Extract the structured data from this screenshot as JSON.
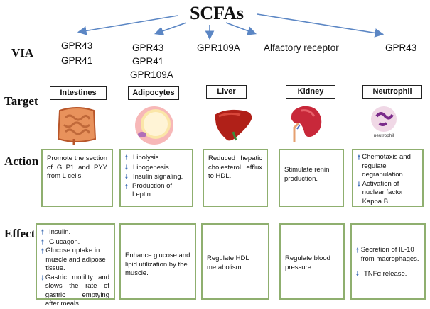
{
  "title": "SCFAs",
  "row_labels": {
    "via": "VIA",
    "target": "Target",
    "action": "Action",
    "effect": "Effect"
  },
  "columns": [
    {
      "via": [
        "GPR43",
        "GPR41"
      ],
      "target": "Intestines",
      "icon": "intestines-icon",
      "action": [
        {
          "text": "Promote the section of GLP1 and PYY from L cells.",
          "arrow": ""
        }
      ],
      "effect": [
        {
          "arrow": "up",
          "text": "Insulin."
        },
        {
          "arrow": "up",
          "text": "Glucagon."
        },
        {
          "arrow": "up",
          "text": "Glucose uptake in muscle and adipose tissue."
        },
        {
          "arrow": "down",
          "text": "Gastric motility and slows the rate of gastric emptying after meals."
        }
      ]
    },
    {
      "via": [
        "GPR43",
        "GPR41",
        "GPR109A"
      ],
      "target": "Adipocytes",
      "icon": "adipocyte-icon",
      "action": [
        {
          "arrow": "up",
          "text": "Lipolysis."
        },
        {
          "arrow": "down",
          "text": "Lipogenesis."
        },
        {
          "arrow": "down",
          "text": "Insulin signaling."
        },
        {
          "arrow": "up",
          "text": "Production of Leptin."
        }
      ],
      "effect": [
        {
          "arrow": "",
          "text": "Enhance glucose and lipid utilization by the muscle."
        }
      ]
    },
    {
      "via": [
        "GPR109A"
      ],
      "target": "Liver",
      "icon": "liver-icon",
      "action": [
        {
          "arrow": "",
          "text": "Reduced hepatic cholesterol efflux to HDL."
        }
      ],
      "effect": [
        {
          "arrow": "",
          "text": "Regulate HDL metabolism."
        }
      ]
    },
    {
      "via": [
        "Alfactory receptor"
      ],
      "target": "Kidney",
      "icon": "kidney-icon",
      "action": [
        {
          "arrow": "",
          "text": "Stimulate renin production."
        }
      ],
      "effect": [
        {
          "arrow": "",
          "text": "Regulate blood pressure."
        }
      ]
    },
    {
      "via": [
        "GPR43"
      ],
      "target": "Neutrophil",
      "icon": "neutrophil-icon",
      "icon_caption": "neutrophil",
      "action": [
        {
          "arrow": "up",
          "text": "Chemotaxis and regulate degranulation."
        },
        {
          "arrow": "down",
          "text": "Activation of nuclear factor Kappa B."
        }
      ],
      "effect": [
        {
          "arrow": "up",
          "text": "Secretion of IL-10 from macrophages."
        },
        {
          "arrow": "down",
          "text": "TNFα release."
        }
      ]
    }
  ],
  "colors": {
    "arrow": "#5b86c4",
    "box_border": "#8faf6f",
    "up_arrow": "#4a76b8"
  }
}
